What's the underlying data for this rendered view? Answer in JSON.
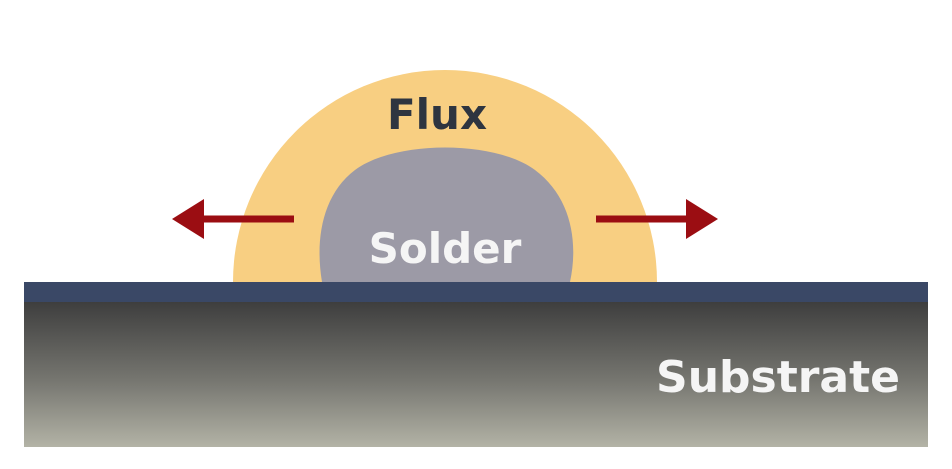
{
  "labels": {
    "flux": "Flux",
    "solder": "Solder",
    "substrate": "Substrate"
  },
  "colors": {
    "flux": "#F8CF82",
    "solder": "#9C9AA6",
    "substrate_layer": "#3A4866",
    "substrate_top": "#3E3E3E",
    "substrate_bottom": "#B3B3A6",
    "arrow": "#9B0D12",
    "flux_text": "#2E3540",
    "light_text": "#F5F5F5"
  },
  "icons": {
    "left_arrow": "arrow-left-icon",
    "right_arrow": "arrow-right-icon"
  }
}
